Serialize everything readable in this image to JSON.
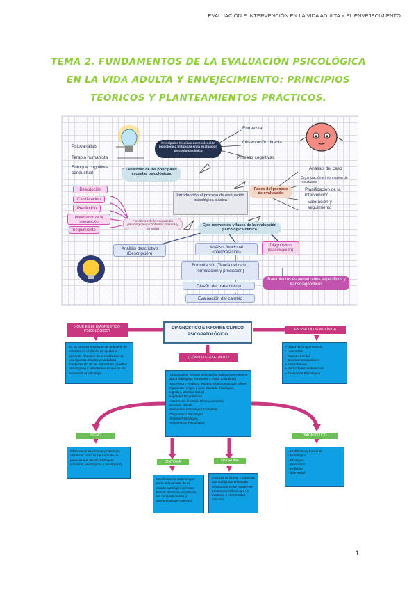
{
  "header": {
    "running_title": "EVALUACIÓN E INTERVENCIÓN EN LA VIDA ADULTA Y EL ENVEJECIMIENTO"
  },
  "title": {
    "text": "TEMA 2. FUNDAMENTOS DE LA EVALUACIÓN PSICOLÓGICA EN LA VIDA ADULTA Y ENVEJECIMIENTO: PRINCIPIOS TEÓRICOS Y PLANTEAMIENTOS PRÁCTICOS."
  },
  "mindmap": {
    "center": "Introducción al proceso de evaluación psicológica clásica",
    "schools_title": "Desarrollo de los principales escuelas psicológicas",
    "schools": [
      "Psicoanálisis",
      "Terapia humanista",
      "Enfoque cognitivo-conductual"
    ],
    "instruments_title": "Principales técnicas de recolección psicológica utilizadas en la evaluación psicológica clínica",
    "instruments": [
      "Entrevista",
      "Observación directa",
      "Pruebas cognitivas"
    ],
    "functions_title": "Funciones de la evaluación psicológica en contextos clínicos y de salud",
    "functions": [
      "Descripción",
      "Clasificación",
      "Predicción",
      "Planificación de la intervención",
      "Seguimiento"
    ],
    "phases_title": "Fases del proceso de evaluación",
    "phases": [
      "Análisis del caso",
      "Organización e información de resultados",
      "Planificación de la intervención",
      "Valoración y seguimiento"
    ],
    "axes_title": "Ejes momentos y fases de la evaluación psicológica clínica",
    "steps": [
      "Análisis descriptivo (Descripción)",
      "Análisis funcional (interpretación)",
      "Diagnóstico (clasificación)",
      "Formulación (Teoría del caso, formulación y predicción)",
      "Diseño del tratamiento",
      "Tratamientos estandarizados específicos y transdiagnósticos",
      "Evaluación del cambio"
    ]
  },
  "diagram": {
    "main_title": "DIAGNOSTICO E INFORME CLÍNICO PSICOPATOLÓGICO",
    "q_what": "¿QUÉ ES EL DIAGNÓSTICO PSICOLÓGICO?",
    "what_body": "Es un proceso resultante de una serie de métodos en el diseño de ayudar al paciente. Requiere de la realización de una rigurosa síntesis y cuidadosa interpretación de las entrevistas, pruebas psicológicas y las inferencias que ha ido realizando el psicólogo",
    "in_clinical": "EN PSICOLOGÍA CLÍNICA",
    "clinical_items": [
      "• Observación y entrevista",
      "• Anamnesis",
      "• Examen mental",
      "• Documentos auxiliares",
      "• Auto informes",
      "• Marco Teórico referencial",
      "• Evaluación Psicológica"
    ],
    "q_how": "¿CÓMO LLEGO A UN DX?",
    "how_items": [
      "-Observación: permite detectar los indicadores y signos (Boca fisiológico, emocional y motor actitudinal)",
      "-Entrevista y Registro: explora los síntomas que refiere el paciente: origen y área afectada (fisiológico, cognitivo, afectivo motor)",
      "-Hipótesis Diagnósticas",
      "-Anamnesis / Historia Clínica completa",
      "-Examen Mental",
      "-Evaluación Psicológica Completa",
      "-Diagnóstico Psicológico",
      "-Informe Psicológico",
      "-Intervención Psicológica"
    ],
    "signo_label": "SIGNO",
    "signo_body": "Observaciones clínicas y hallazgos objetivos, como la agitación de un paciente o el afecto restringido. (sociales, psicológicos y fisiológicos)",
    "sintoma_label": "SINTOMA",
    "sintoma_body": "Manifestación subjetiva por parte del paciente de un estado patológico (síntoma físicos, afectivos, cognitivos, del comportamiento y alteraciones perceptivas)",
    "sindrome_label": "SINDROME",
    "sindrome_body": "conjunto de signos y síntomas que configuran un estado reconocible y que pueden ser menos específicos que un trastorno o enfermedad concreta.",
    "diagnostico_label": "DIAGNOSTICO",
    "diagnostico_items": [
      "- sindrómico y funcional",
      "- Nosológico",
      "- Etiológico",
      "- Presuntivo",
      "- Definitivo",
      "- diferencial"
    ]
  },
  "page_number": "1",
  "colors": {
    "title_green": "#8fcf3c",
    "magenta": "#c8377f",
    "cyan": "#0f9fe3",
    "green": "#6cbf54"
  }
}
